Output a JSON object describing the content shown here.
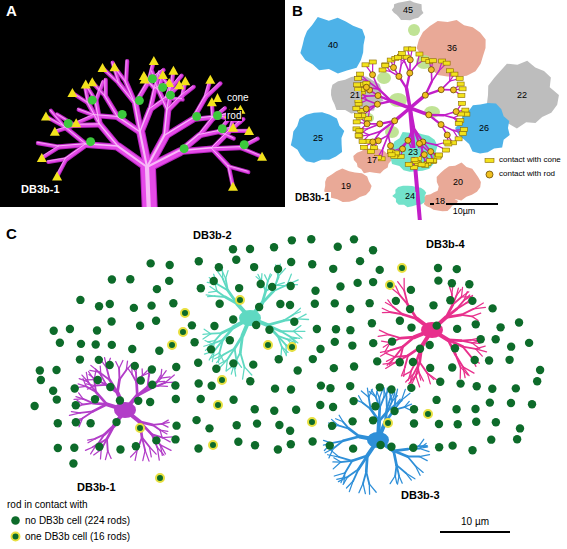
{
  "diagram": {
    "nodes": [
      {
        "text": [
          "40"
        ]
      },
      {
        "text": [
          "45"
        ]
      },
      {
        "text": [
          "36"
        ]
      },
      {
        "text": [
          "21"
        ]
      },
      {
        "text": [
          "22"
        ]
      },
      {
        "text": [
          "25"
        ]
      },
      {
        "text": [
          "26"
        ]
      },
      {
        "text": [
          "17"
        ]
      },
      {
        "text": [
          "23"
        ]
      },
      {
        "text": [
          "19"
        ]
      },
      {
        "text": [
          "24"
        ]
      },
      {
        "text": [
          "18"
        ]
      },
      {
        "text": [
          "20"
        ]
      }
    ],
    "labels": [
      "A",
      "DB3b-1",
      "B",
      "DB3b-1",
      "10µm",
      "C",
      "DB3b-2",
      "DB3b-4",
      "DB3b-1",
      "DB3b-3",
      "10 µm",
      "rod in contact with"
    ],
    "legend": [
      {
        "text": "cone"
      },
      {
        "text": "rod"
      },
      {
        "text": "contact with cone"
      },
      {
        "text": "contact with rod"
      },
      {
        "text": "no DB3b cell (224 rods)"
      },
      {
        "text": "one DB3b cell (16 rods)"
      }
    ]
  }
}
